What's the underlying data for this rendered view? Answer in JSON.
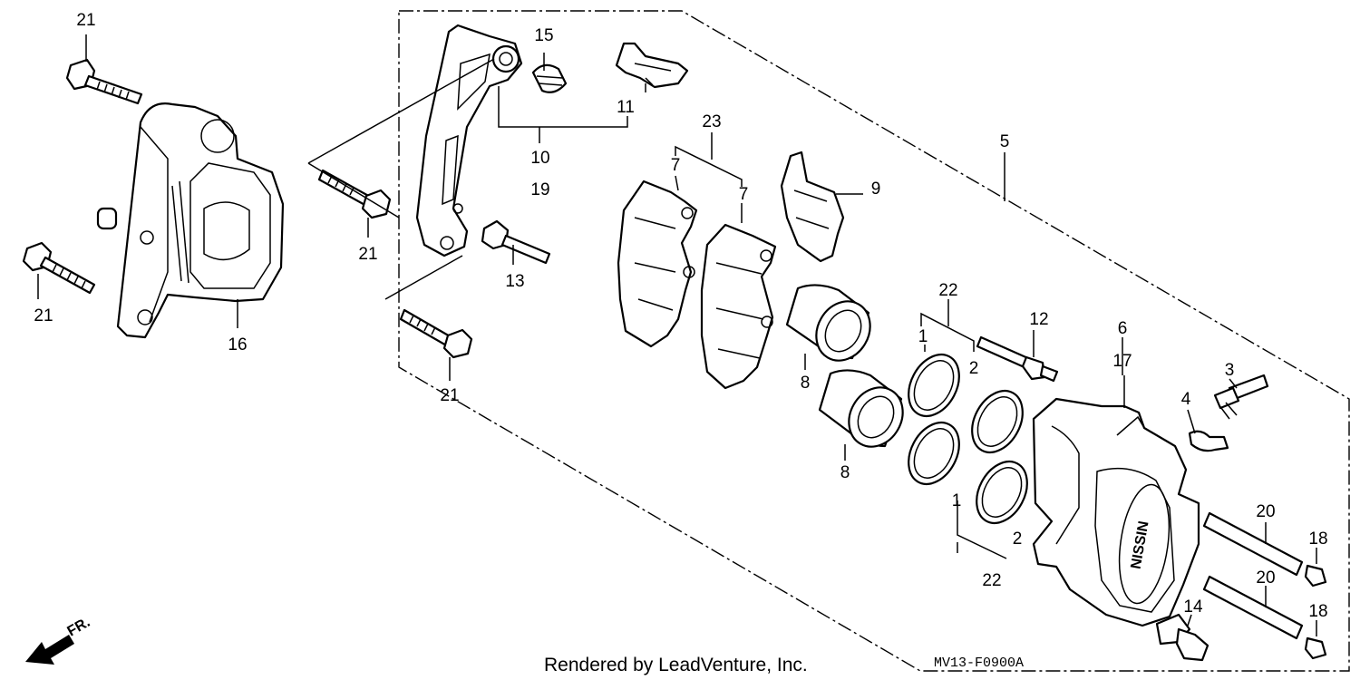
{
  "diagram": {
    "labels": {
      "p21a": "21",
      "p21b": "21",
      "p21c": "21",
      "p21d": "21",
      "p16": "16",
      "p15": "15",
      "p11": "11",
      "p10": "10",
      "p19": "19",
      "p13": "13",
      "p23": "23",
      "p7a": "7",
      "p7b": "7",
      "p9": "9",
      "p5": "5",
      "p8a": "8",
      "p8b": "8",
      "p22a": "22",
      "p22b": "22",
      "p1a": "1",
      "p1b": "1",
      "p2a": "2",
      "p2b": "2",
      "p12": "12",
      "p6": "6",
      "p17": "17",
      "p3": "3",
      "p4": "4",
      "p20a": "20",
      "p20b": "20",
      "p18a": "18",
      "p18b": "18",
      "p14": "14"
    },
    "fr_label": "FR.",
    "footer_credit": "Rendered by LeadVenture, Inc.",
    "diagram_code": "MV13-F0900A",
    "caliper_brand": "NISSIN"
  }
}
